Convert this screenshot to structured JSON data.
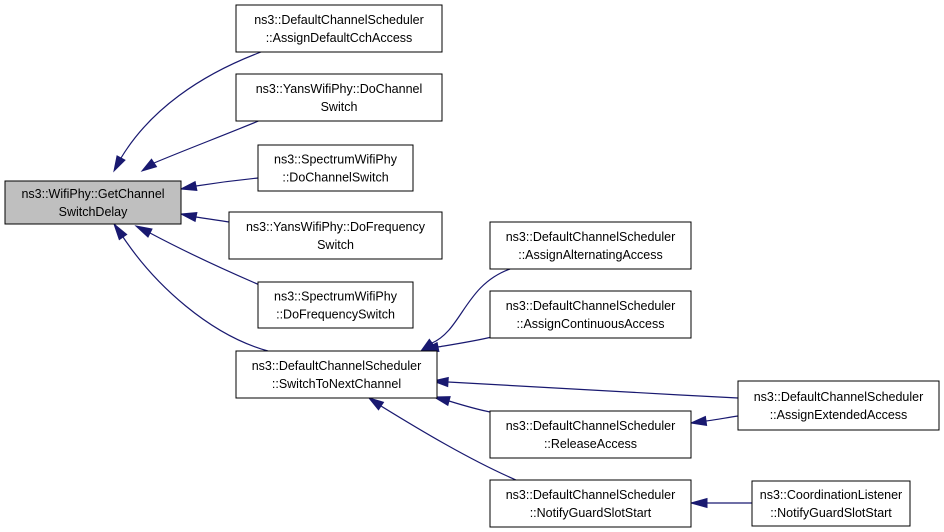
{
  "diagram": {
    "type": "call-graph",
    "edge_color": "#191970",
    "root_fill": "#bfbfbf",
    "nodes": [
      {
        "id": "root",
        "lines": [
          "ns3::WifiPhy::GetChannel",
          "SwitchDelay"
        ],
        "highlighted": true
      },
      {
        "id": "dcs_assign_default",
        "lines": [
          "ns3::DefaultChannelScheduler",
          "::AssignDefaultCchAccess"
        ]
      },
      {
        "id": "yans_do_channel",
        "lines": [
          "ns3::YansWifiPhy::DoChannel",
          "Switch"
        ]
      },
      {
        "id": "spectrum_do_channel",
        "lines": [
          "ns3::SpectrumWifiPhy",
          "::DoChannelSwitch"
        ]
      },
      {
        "id": "yans_do_freq",
        "lines": [
          "ns3::YansWifiPhy::DoFrequency",
          "Switch"
        ]
      },
      {
        "id": "spectrum_do_freq",
        "lines": [
          "ns3::SpectrumWifiPhy",
          "::DoFrequencySwitch"
        ]
      },
      {
        "id": "dcs_switch_next",
        "lines": [
          "ns3::DefaultChannelScheduler",
          "::SwitchToNextChannel"
        ]
      },
      {
        "id": "dcs_alternating",
        "lines": [
          "ns3::DefaultChannelScheduler",
          "::AssignAlternatingAccess"
        ]
      },
      {
        "id": "dcs_continuous",
        "lines": [
          "ns3::DefaultChannelScheduler",
          "::AssignContinuousAccess"
        ]
      },
      {
        "id": "dcs_release",
        "lines": [
          "ns3::DefaultChannelScheduler",
          "::ReleaseAccess"
        ]
      },
      {
        "id": "dcs_guard",
        "lines": [
          "ns3::DefaultChannelScheduler",
          "::NotifyGuardSlotStart"
        ]
      },
      {
        "id": "dcs_extended",
        "lines": [
          "ns3::DefaultChannelScheduler",
          "::AssignExtendedAccess"
        ]
      },
      {
        "id": "coord_guard",
        "lines": [
          "ns3::CoordinationListener",
          "::NotifyGuardSlotStart"
        ]
      }
    ],
    "edges": [
      {
        "from": "dcs_assign_default",
        "to": "root"
      },
      {
        "from": "yans_do_channel",
        "to": "root"
      },
      {
        "from": "spectrum_do_channel",
        "to": "root"
      },
      {
        "from": "yans_do_freq",
        "to": "root"
      },
      {
        "from": "spectrum_do_freq",
        "to": "root"
      },
      {
        "from": "dcs_switch_next",
        "to": "root"
      },
      {
        "from": "dcs_alternating",
        "to": "dcs_switch_next"
      },
      {
        "from": "dcs_continuous",
        "to": "dcs_switch_next"
      },
      {
        "from": "dcs_extended",
        "to": "dcs_switch_next"
      },
      {
        "from": "dcs_release",
        "to": "dcs_switch_next"
      },
      {
        "from": "dcs_guard",
        "to": "dcs_switch_next"
      },
      {
        "from": "dcs_extended",
        "to": "dcs_release"
      },
      {
        "from": "coord_guard",
        "to": "dcs_guard"
      }
    ]
  }
}
